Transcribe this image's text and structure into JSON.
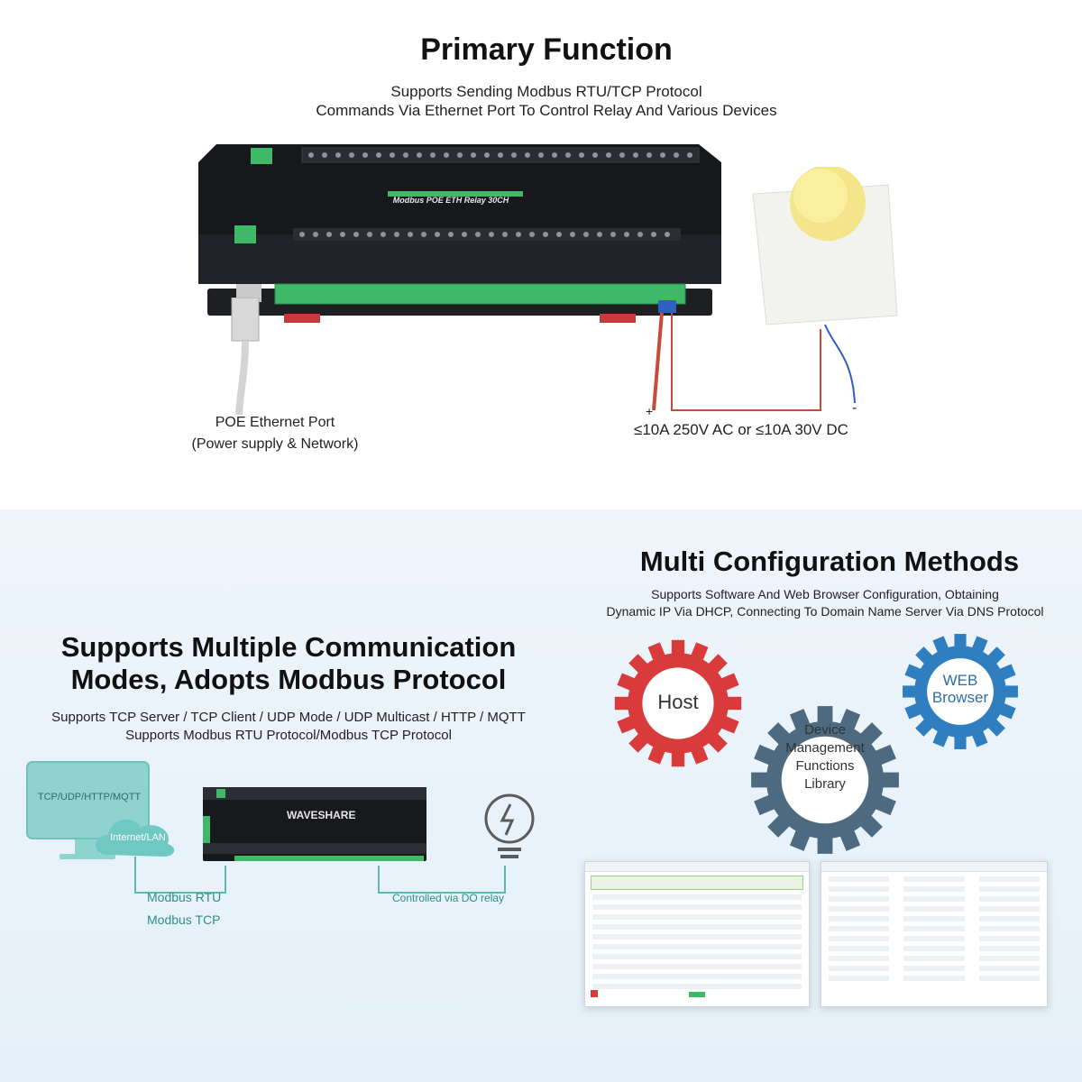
{
  "top": {
    "title": "Primary Function",
    "subtitle_line1": "Supports Sending Modbus RTU/TCP Protocol",
    "subtitle_line2": "Commands Via Ethernet Port To Control Relay And Various Devices",
    "device_label": "Modbus POE ETH Relay 30CH",
    "port_label_line1": "POE Ethernet Port",
    "port_label_line2": "(Power supply & Network)",
    "rating_label": "≤10A 250V AC or ≤10A 30V DC",
    "plus": "+",
    "minus": "-"
  },
  "left_panel": {
    "title_line1": "Supports Multiple Communication",
    "title_line2": "Modes, Adopts Modbus Protocol",
    "desc_line1": "Supports TCP Server / TCP Client / UDP Mode / UDP Multicast / HTTP / MQTT",
    "desc_line2": "Supports Modbus RTU Protocol/Modbus TCP Protocol",
    "monitor_text": "TCP/UDP/HTTP/MQTT",
    "cloud_text": "Internet/LAN",
    "brand": "WAVESHARE",
    "link_label_1": "Modbus RTU",
    "link_label_2": "Modbus TCP",
    "relay_label": "Controlled via DO relay"
  },
  "right_panel": {
    "title": "Multi Configuration Methods",
    "desc_line1": "Supports Software And Web Browser Configuration, Obtaining",
    "desc_line2": "Dynamic IP Via DHCP, Connecting To Domain Name Server Via DNS Protocol",
    "gear_host": "Host",
    "gear_lib_1": "Device",
    "gear_lib_2": "Management",
    "gear_lib_3": "Functions",
    "gear_lib_4": "Library",
    "gear_web_1": "WEB",
    "gear_web_2": "Browser"
  },
  "colors": {
    "gear_red": "#d93a3a",
    "gear_slate": "#4d6a80",
    "gear_blue": "#2f7fc0",
    "teal": "#5fb9b0",
    "green_terminal": "#3fb868"
  }
}
